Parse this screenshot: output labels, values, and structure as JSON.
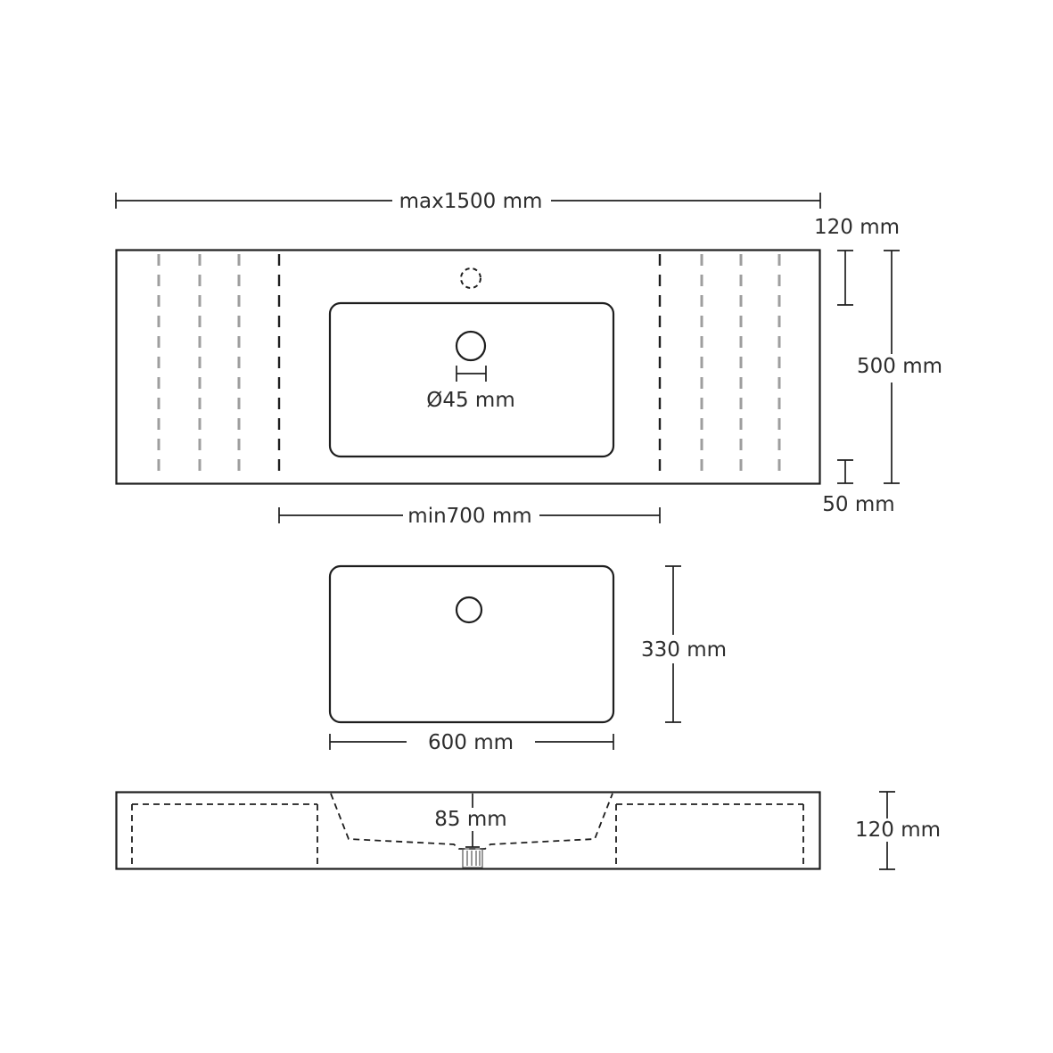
{
  "colors": {
    "line": "#1e1e1e",
    "gray_dash": "#9e9e9e",
    "text": "#2d2d2d",
    "background": "#ffffff"
  },
  "top_view": {
    "overall_width": "max1500 mm",
    "top_offset": "120 mm",
    "depth": "500 mm",
    "bottom_offset": "50 mm",
    "min_width": "min700 mm",
    "faucet_hole_diameter": "Ø45 mm"
  },
  "basin_view": {
    "height": "330 mm",
    "width": "600 mm"
  },
  "section_view": {
    "basin_depth": "85 mm",
    "thickness": "120 mm"
  }
}
